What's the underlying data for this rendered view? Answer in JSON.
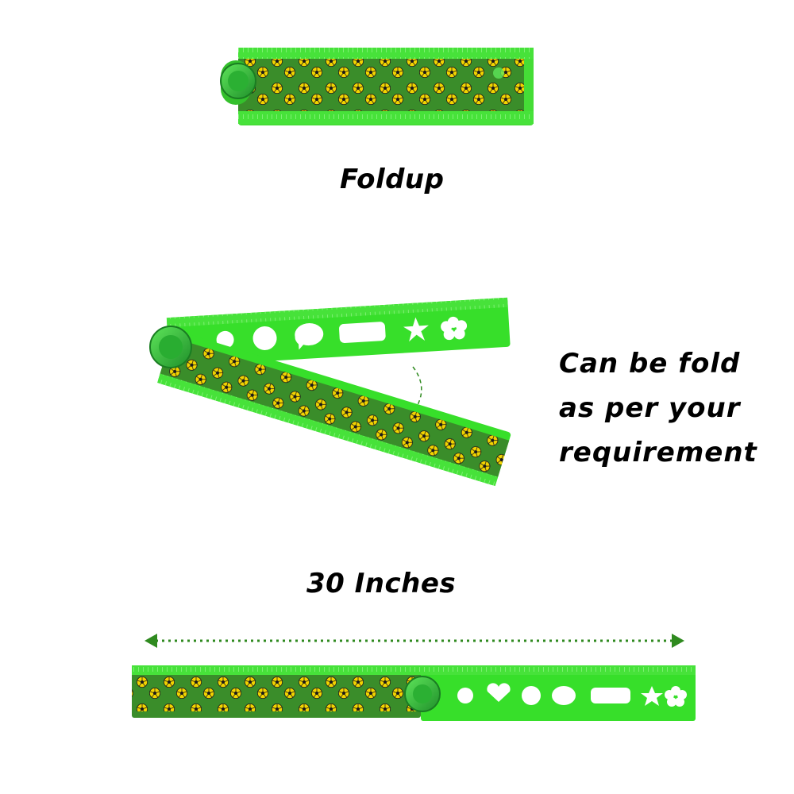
{
  "captions": {
    "foldup": "Foldup",
    "fold_line1": "Can be fold",
    "fold_line2": "as per your",
    "fold_line3": "requirement",
    "length": "30 Inches"
  },
  "colors": {
    "ruler_bright": "#33dd22",
    "ruler_dark": "#2f8c2a",
    "ball_yellow": "#f2d400",
    "ball_black": "#1a1a1a",
    "hinge": "#2aa833",
    "arrow": "#2f8a1f",
    "caption_text": "#000000"
  },
  "objects": {
    "top_ruler": "folded-ruler",
    "middle_ruler": "half-open-ruler",
    "bottom_ruler": "fully-open-ruler",
    "arrow": "length-double-arrow",
    "stencil_shapes": [
      "circle",
      "circle",
      "speech-bubble",
      "rounded-rectangle",
      "star",
      "flower",
      "heart"
    ]
  }
}
